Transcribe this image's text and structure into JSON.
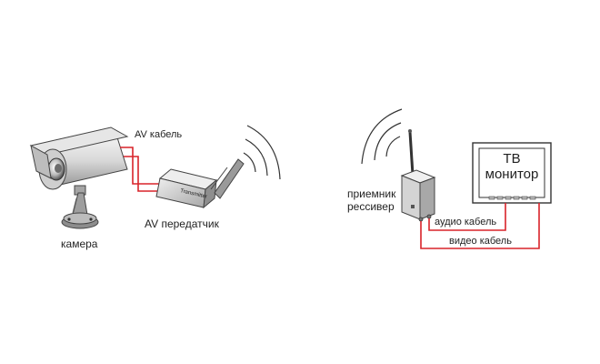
{
  "camera": {
    "label": "камера",
    "av_cable_label": "AV кабель"
  },
  "transmitter": {
    "label": "AV передатчик",
    "device_text": "Transmitter"
  },
  "receiver": {
    "label_line1": "приемник",
    "label_line2": "рессивер"
  },
  "tv": {
    "label_line1": "ТВ",
    "label_line2": "монитор"
  },
  "cables": {
    "audio_label": "аудио кабель",
    "video_label": "видео кабель"
  },
  "colors": {
    "cable": "#d8232a",
    "line": "#3a3a3a"
  }
}
